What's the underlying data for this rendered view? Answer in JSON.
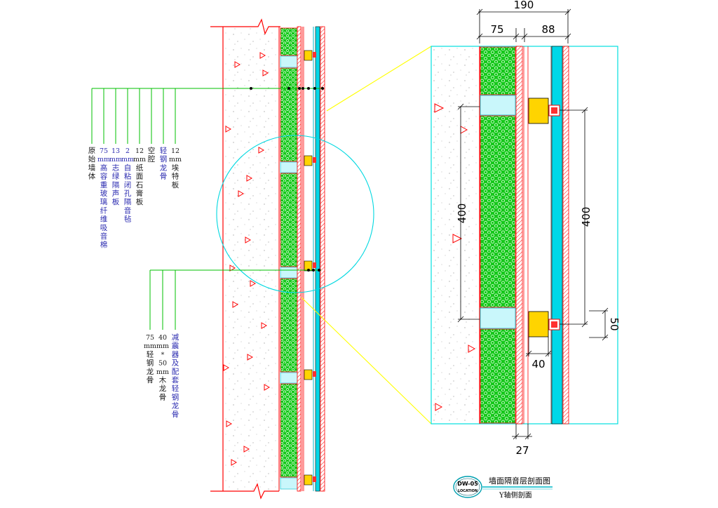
{
  "dimensions": {
    "total_width": "190",
    "board_width": "75",
    "right_width": "88",
    "spacing_left": "400",
    "spacing_right": "400",
    "stud_height": "50",
    "stud_width": "40",
    "bottom_width": "27"
  },
  "left_callouts": [
    {
      "mm": "",
      "text": "原始墙体",
      "color": "#1a1a1a"
    },
    {
      "mm": "75 mm",
      "text": "高容重玻璃纤维吸音棉",
      "color": "#2b2bb0"
    },
    {
      "mm": "13 mm",
      "text": "志绿隔声板",
      "color": "#2b2bb0"
    },
    {
      "mm": "2 mm",
      "text": "自粘闭孔隔音毡",
      "color": "#2b2bb0"
    },
    {
      "mm": "12 mm",
      "text": "纸面石膏板",
      "color": "#1a1a1a"
    },
    {
      "mm": "",
      "text": "空腔",
      "color": "#1a1a1a"
    },
    {
      "mm": "",
      "text": "轻钢龙骨",
      "color": "#2b2bb0"
    },
    {
      "mm": "12 mm",
      "text": "埃特板",
      "color": "#1a1a1a"
    }
  ],
  "lower_callouts": [
    {
      "mm": "75 mm",
      "text": "轻钢龙骨",
      "color": "#1a1a1a"
    },
    {
      "mm": "40 mm * 50 mm",
      "text": "木龙骨",
      "color": "#1a1a1a"
    },
    {
      "mm": "",
      "text": "减震器及配套轻钢龙骨",
      "color": "#2b2bb0"
    }
  ],
  "title_block": {
    "badge_code": "DW-05",
    "badge_sub": "LOCATION",
    "title": "墙面隔音层剖面图",
    "subtitle": "Y轴侧剖面"
  },
  "colors": {
    "wall_line": "#ff0000",
    "insulation": "#00b000",
    "cyan": "#00e0e0",
    "stud": "#ffd400",
    "leader": "#00c000",
    "detail_link": "#ffff00"
  }
}
